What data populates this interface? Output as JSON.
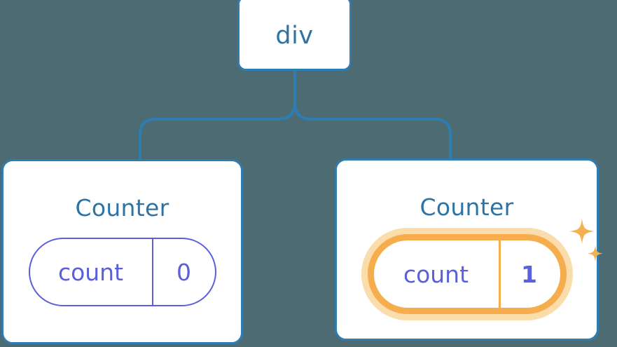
{
  "diagram": {
    "title": "React component tree state update",
    "background_color": "#4d6b73",
    "node_border_color": "#2e7cb0",
    "node_text_color": "#2d74a4",
    "state_color": "#5b5fd9",
    "highlight_color": "#f5ad4e",
    "highlight_glow_color": "#fbdcab",
    "root": {
      "label": "div"
    },
    "children": [
      {
        "label": "Counter",
        "state": {
          "key": "count",
          "value": "0",
          "changed": false
        }
      },
      {
        "label": "Counter",
        "state": {
          "key": "count",
          "value": "1",
          "changed": true
        },
        "sparkle_icons": [
          "sparkle-large-icon",
          "sparkle-small-icon"
        ]
      }
    ],
    "edges": [
      {
        "from": "div",
        "to": "Counter (left)"
      },
      {
        "from": "div",
        "to": "Counter (right)"
      }
    ]
  }
}
